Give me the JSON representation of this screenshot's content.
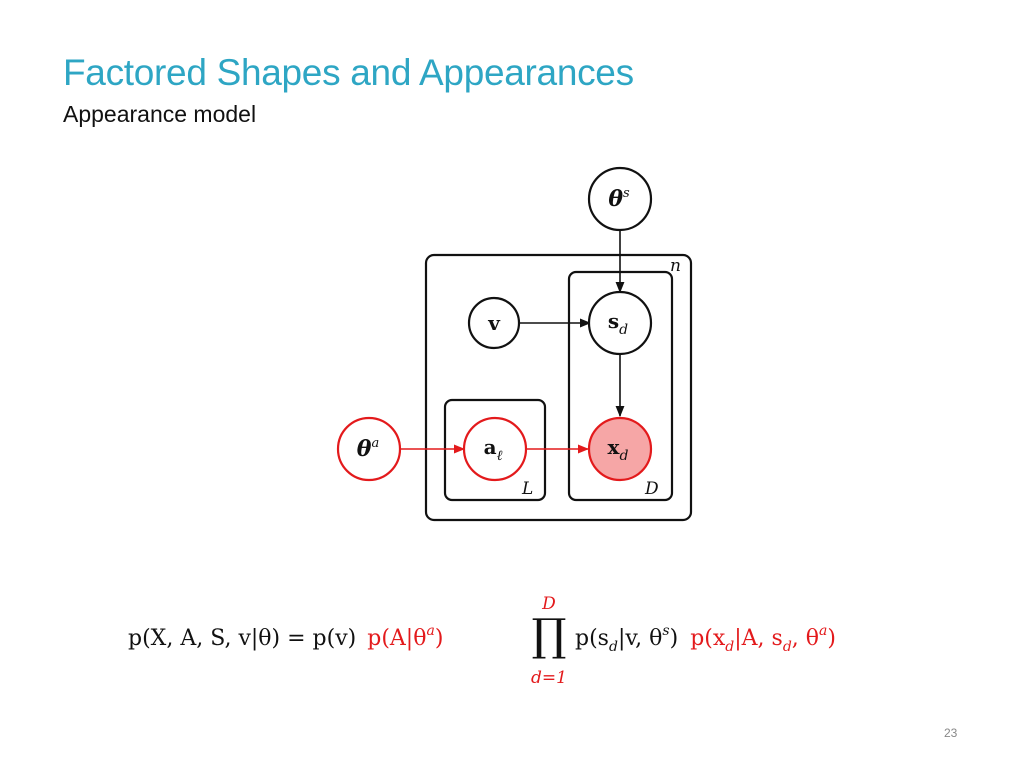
{
  "slide": {
    "title": "Factored Shapes and Appearances",
    "subtitle": "Appearance model",
    "page_number": "23"
  },
  "colors": {
    "title": "#2ea6c4",
    "highlight_red": "#e31a1c",
    "observed_fill": "#f6a6a6",
    "ink": "#111111"
  },
  "diagram": {
    "nodes": {
      "theta_s": {
        "symbol": "θ",
        "sup": "s"
      },
      "v": {
        "symbol": "v"
      },
      "s_d": {
        "symbol": "s",
        "sub": "d"
      },
      "x_d": {
        "symbol": "x",
        "sub": "d"
      },
      "a_l": {
        "symbol": "a",
        "sub": "ℓ"
      },
      "theta_a": {
        "symbol": "θ",
        "sup": "a"
      }
    },
    "plates": {
      "n": "n",
      "D": "D",
      "L": "L"
    }
  },
  "equation": {
    "lhs": "p(X, A, S, v|θ) = p(v)",
    "red_term_1": "p(A|θ",
    "red_term_1_sup": "a",
    "red_term_1_close": ")",
    "product_symbol": "∏",
    "product_upper": "D",
    "product_lower": "d=1",
    "middle_term_a": "p(s",
    "middle_term_sub": "d",
    "middle_term_b": "|v, θ",
    "middle_term_sup": "s",
    "middle_term_close": ")",
    "red_term_2_a": "p(x",
    "red_term_2_sub1": "d",
    "red_term_2_b": "|A, s",
    "red_term_2_sub2": "d",
    "red_term_2_c": ", θ",
    "red_term_2_sup": "a",
    "red_term_2_close": ")"
  }
}
